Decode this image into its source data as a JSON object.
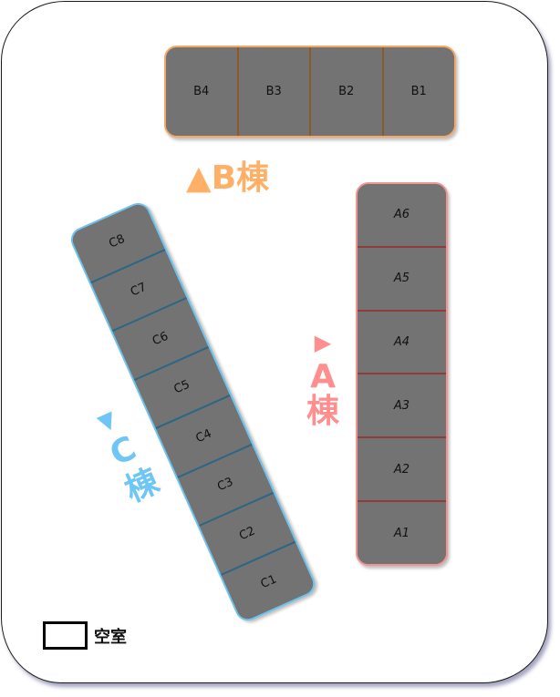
{
  "colors": {
    "cell_fill": "#737373",
    "building_a": "#f39393",
    "building_b": "#f5a865",
    "building_c": "#6ec3ee",
    "label_a": "#ff8f8f",
    "label_b": "#ffb066",
    "label_c": "#6ec6f6"
  },
  "buildings": {
    "b": {
      "label_arrow": "▲",
      "label": "B棟",
      "rooms": [
        "B4",
        "B3",
        "B2",
        "B1"
      ]
    },
    "a": {
      "label_arrow": "▶",
      "label_letter": "A",
      "label_kanji": "棟",
      "rooms": [
        "A6",
        "A5",
        "A4",
        "A3",
        "A2",
        "A1"
      ]
    },
    "c": {
      "label_arrow": "▼",
      "label_letter": "C",
      "label_kanji": "棟",
      "rooms": [
        "C8",
        "C7",
        "C6",
        "C5",
        "C4",
        "C3",
        "C2",
        "C1"
      ]
    }
  },
  "legend": {
    "vacant_label": "空室"
  }
}
